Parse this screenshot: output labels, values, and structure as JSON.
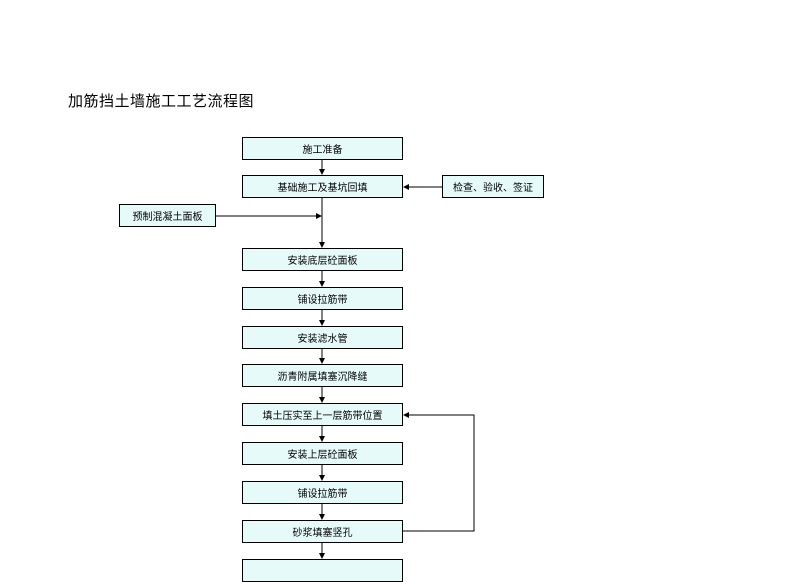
{
  "title": "加筋挡土墙施工工艺流程图",
  "steps": [
    "施工准备",
    "基础施工及基坑回填",
    "安装底层砼面板",
    "铺设拉筋带",
    "安装滤水管",
    "沥青附属填塞沉降缝",
    "填土压实至上一层筋带位置",
    "安装上层砼面板",
    "铺设拉筋带",
    "砂浆填塞竖孔",
    ""
  ],
  "side_inputs": {
    "inspection": "检查、验收、签证",
    "precast": "预制混凝土面板"
  },
  "colors": {
    "box_fill": "#e6fafa",
    "stroke": "#000000"
  }
}
